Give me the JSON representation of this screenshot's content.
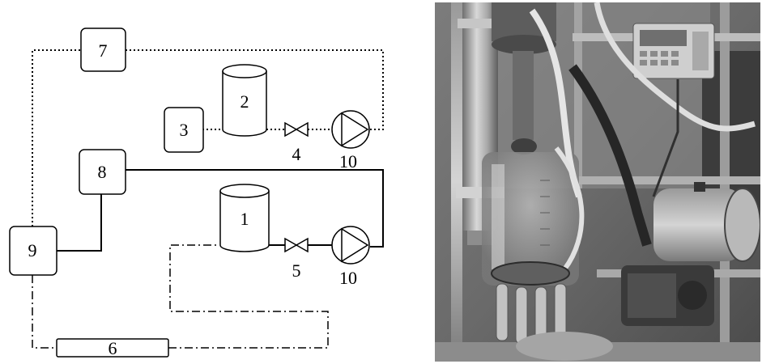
{
  "schematic": {
    "labels": {
      "tank1": "1",
      "tank2": "2",
      "unit3": "3",
      "valve4": "4",
      "valve5": "5",
      "unit6": "6",
      "unit7": "7",
      "unit8": "8",
      "unit9": "9",
      "pump_top": "10",
      "pump_bottom": "10"
    }
  },
  "photo": {
    "subject": "milking-system-test-rig",
    "tone": "grayscale"
  }
}
